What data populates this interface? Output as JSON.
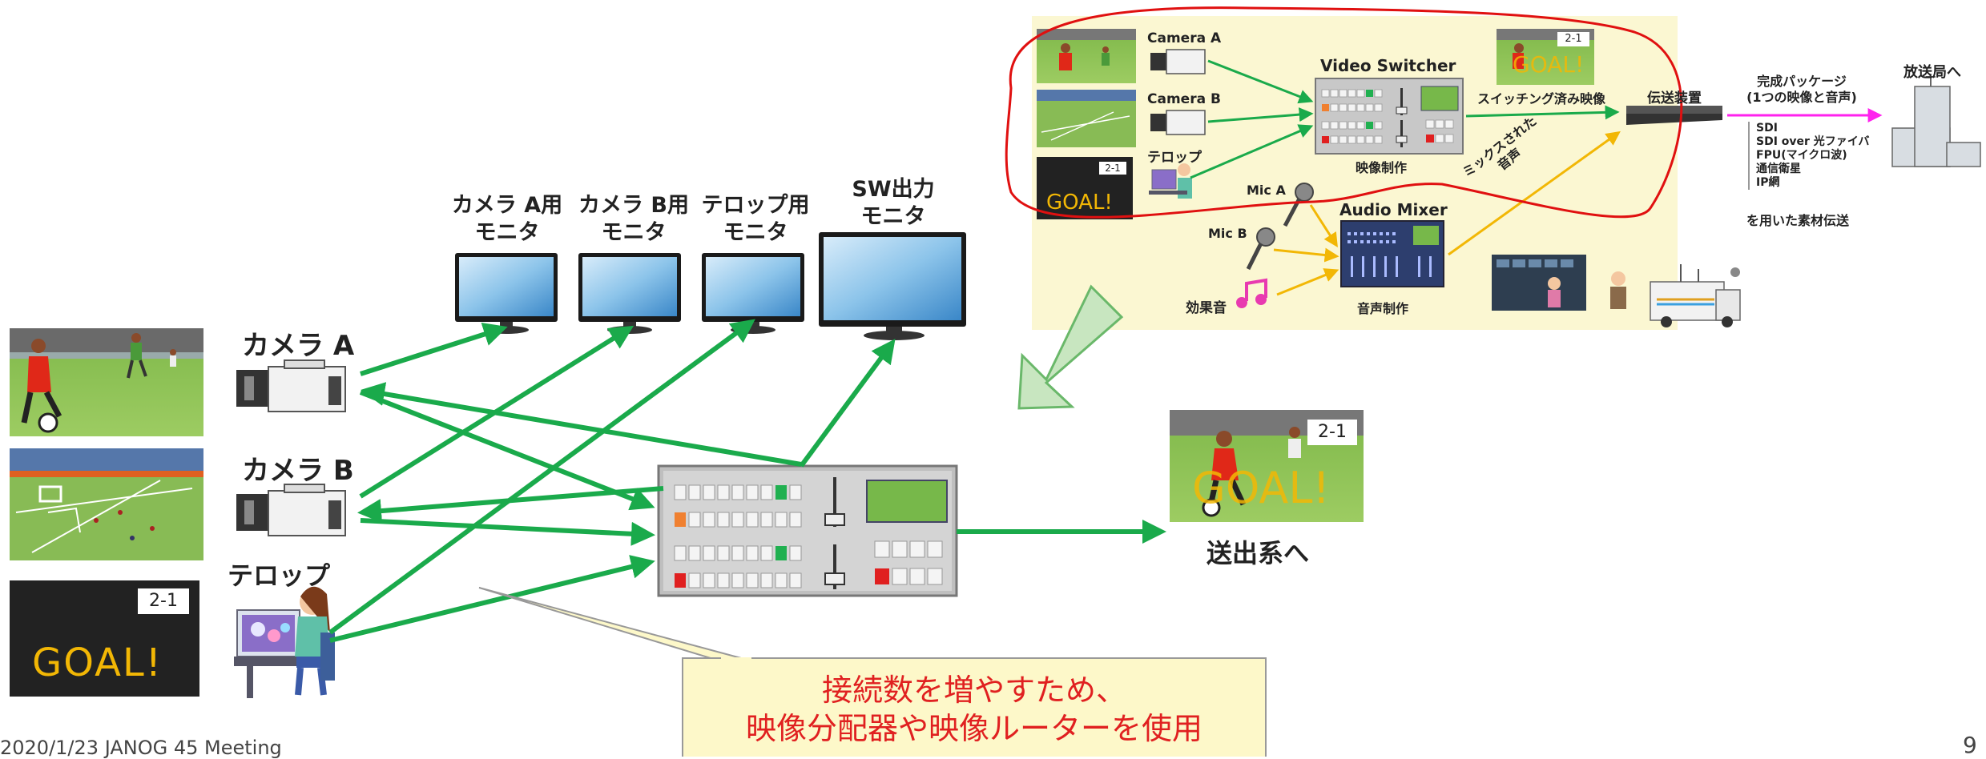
{
  "cameras": {
    "a_label": "カメラ A",
    "b_label": "カメラ B",
    "telop_label": "テロップ"
  },
  "monitors": {
    "cam_a": [
      "カメラ A用",
      "モニタ"
    ],
    "cam_b": [
      "カメラ B用",
      "モニタ"
    ],
    "telop": [
      "テロップ用",
      "モニタ"
    ],
    "sw_out": [
      "SW出力",
      "モニタ"
    ]
  },
  "scoreboard": {
    "score": "2-1",
    "goal": "GOAL!"
  },
  "output": {
    "label": "送出系へ",
    "score": "2-1",
    "goal": "GOAL!"
  },
  "callout": {
    "line1": "接続数を増やすため、",
    "line2": "映像分配器や映像ルーターを使用"
  },
  "footer": {
    "left": "2020/1/23 JANOG 45 Meeting",
    "page": "9"
  },
  "inset": {
    "camera_a": "Camera A",
    "camera_b": "Camera B",
    "telop": "テロップ",
    "video_switcher": "Video Switcher",
    "video_production": "映像制作",
    "switched_video": "スイッチング済み映像",
    "transmitter": "伝送装置",
    "package_line1": "完成パッケージ",
    "package_line2": "(1つの映像と音声)",
    "broadcaster": "放送局へ",
    "transmission_methods": [
      "SDI",
      "SDI over 光ファイバ",
      "FPU(マイクロ波)",
      "通信衛星",
      "IP網"
    ],
    "transmission_note": "を用いた素材伝送",
    "mic_a": "Mic A",
    "mic_b": "Mic B",
    "sfx": "効果音",
    "audio_mixer": "Audio Mixer",
    "audio_production": "音声制作",
    "mixed_audio_line1": "ミックスされた",
    "mixed_audio_line2": "音声",
    "score": "2-1",
    "goal": "GOAL!"
  },
  "colors": {
    "arrow_green": "#1aaa4b",
    "inset_bg": "#fbf7d2",
    "callout_bg": "#fdf8c9",
    "callout_text": "#e02020",
    "goal_yellow": "#f2b705",
    "red_outline": "#e01010"
  }
}
